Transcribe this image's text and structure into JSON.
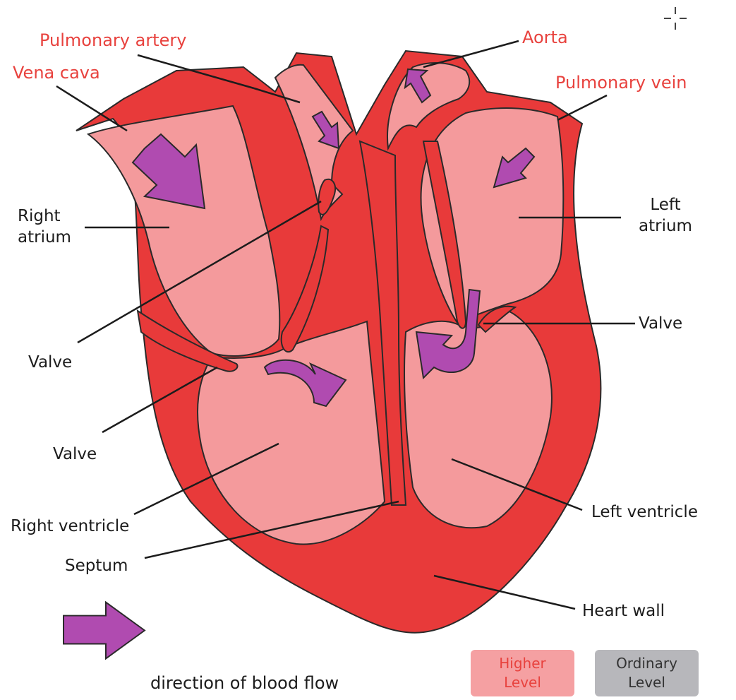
{
  "labels": {
    "pulmonary_artery": "Pulmonary artery",
    "vena_cava": "Vena cava",
    "aorta": "Aorta",
    "pulmonary_vein": "Pulmonary vein",
    "right_atrium_line1": "Right",
    "right_atrium_line2": "atrium",
    "left_atrium_line1": "Left",
    "left_atrium_line2": "atrium",
    "valve_left_upper": "Valve",
    "valve_left_lower": "Valve",
    "valve_right": "Valve",
    "right_ventricle": "Right ventricle",
    "left_ventricle": "Left ventricle",
    "septum": "Septum",
    "heart_wall": "Heart wall"
  },
  "legend": {
    "arrow_text": "direction of blood flow",
    "higher_line1": "Higher",
    "higher_line2": "Level",
    "ordinary_line1": "Ordinary",
    "ordinary_line2": "Level"
  },
  "colors": {
    "heart_wall": "#e83a3a",
    "chamber": "#f49a9c",
    "arrow": "#b04bb0",
    "label_red": "#e8423e",
    "key_higher_bg": "#f5a0a2",
    "key_ordinary_bg": "#b7b7bb"
  },
  "icons": [
    "flow-arrow-icon",
    "crosshair-icon"
  ]
}
